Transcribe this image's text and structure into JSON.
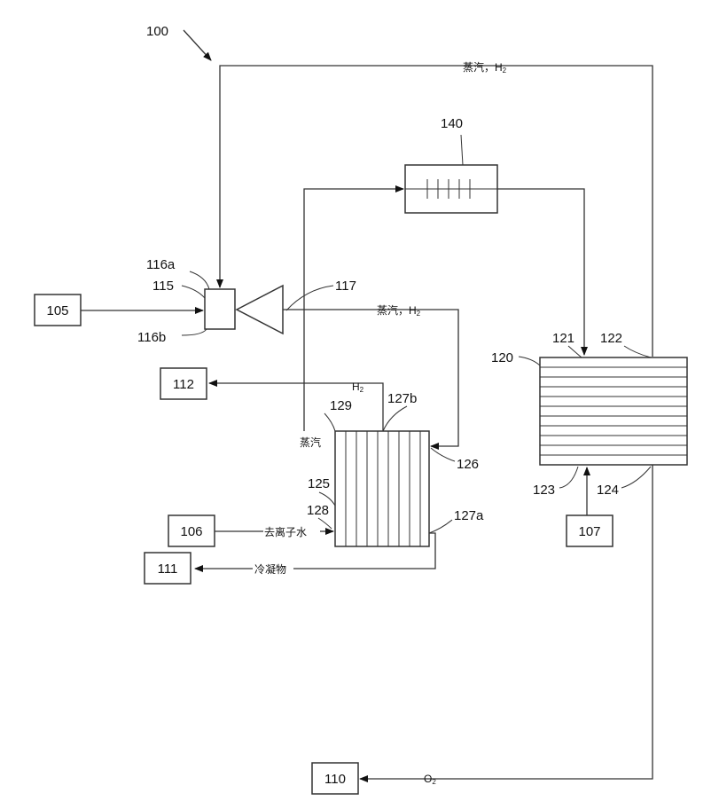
{
  "figure": {
    "ref_number": "100"
  },
  "nodes": {
    "input_105": "105",
    "input_106": "106",
    "input_107": "107",
    "output_110": "110",
    "output_111": "111",
    "output_112": "112"
  },
  "refs": {
    "r115": "115",
    "r116a": "116a",
    "r116b": "116b",
    "r117": "117",
    "r120": "120",
    "r121": "121",
    "r122": "122",
    "r123": "123",
    "r124": "124",
    "r125": "125",
    "r126": "126",
    "r127a": "127a",
    "r127b": "127b",
    "r128": "128",
    "r129": "129",
    "r140": "140"
  },
  "streams": {
    "top_recycle": "蒸汽，H",
    "top_recycle_sub": "2",
    "ejector_return": "蒸汽，H",
    "ejector_return_sub": "2",
    "h2_out": "H",
    "h2_out_sub": "2",
    "steam": "蒸汽",
    "dionized_water": "去离子水",
    "condensate": "冷凝物",
    "oxygen": "O",
    "oxygen_sub": "2"
  }
}
